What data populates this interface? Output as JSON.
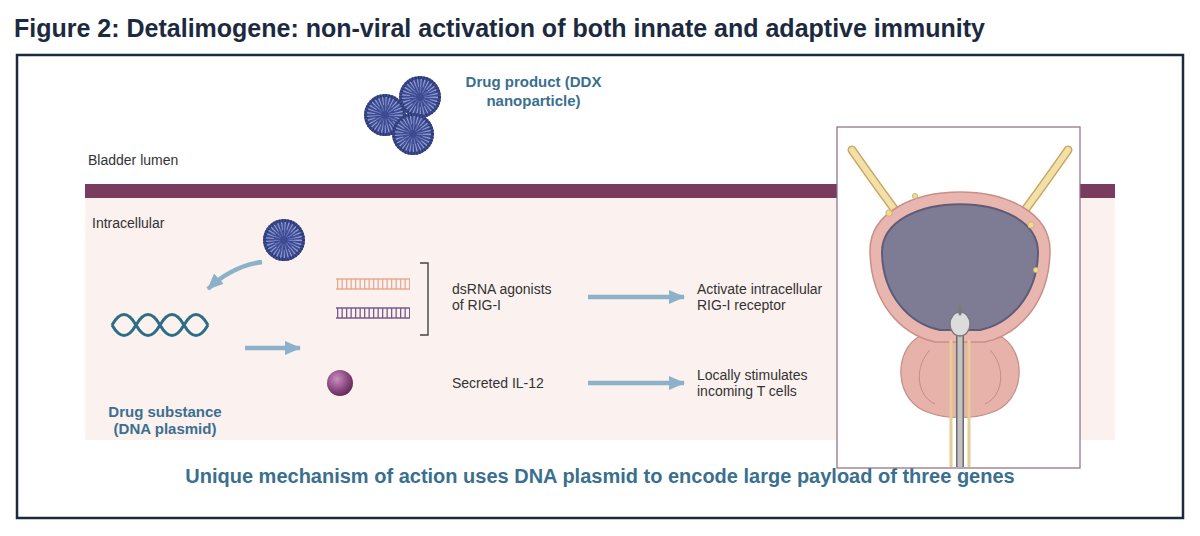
{
  "diagram": {
    "title": "Figure 2: Detalimogene: non-viral activation of both innate and adaptive immunity",
    "nodes": [
      {
        "text": [
          "Intracellular"
        ]
      },
      {
        "text": [
          "Drug substance (DNA plasmid)"
        ],
        "in": 0
      },
      {
        "text": [
          "dsRNA agonists of RIG-I"
        ],
        "in": 0
      },
      {
        "text": [
          "Activate intracellular RIG-I receptor"
        ],
        "in": 0
      },
      {
        "text": [
          "Secreted IL-12"
        ],
        "in": 0
      },
      {
        "text": [
          "Locally stimulates incoming T cells"
        ],
        "in": 0
      }
    ],
    "edges": [
      {
        "from": 2,
        "to": 3,
        "arrow": "to"
      },
      {
        "from": 4,
        "to": 5,
        "arrow": "to"
      }
    ],
    "labels": [
      "Drug product (DDX nanoparticle)",
      "Bladder lumen",
      "Unique mechanism of action uses DNA plasmid to encode large payload of three genes"
    ]
  }
}
